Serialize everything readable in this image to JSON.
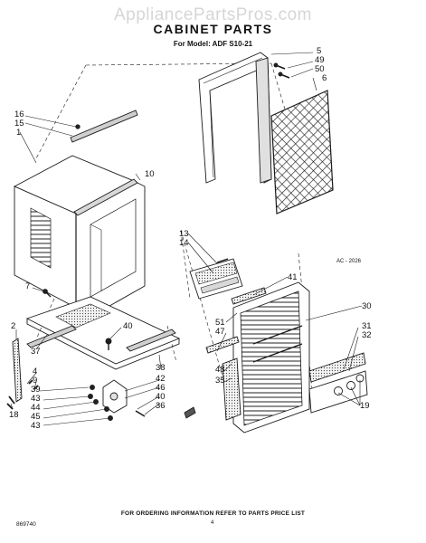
{
  "watermark": "AppliancePartsPros.com",
  "title": "CABINET PARTS",
  "subtitle": "For Model: ADF S10-21",
  "diagram_ref": "AC - 2026",
  "footer_note": "FOR ORDERING INFORMATION REFER TO PARTS PRICE LIST",
  "doc_number": "869740",
  "page_number": "4",
  "callouts": [
    "5",
    "49",
    "50",
    "6",
    "16",
    "15",
    "1",
    "10",
    "13",
    "14",
    "41",
    "7",
    "30",
    "51",
    "47",
    "31",
    "32",
    "2",
    "40",
    "37",
    "4",
    "9",
    "39",
    "48",
    "35",
    "38",
    "43",
    "42",
    "46",
    "44",
    "45",
    "40",
    "36",
    "43",
    "19",
    "18"
  ]
}
